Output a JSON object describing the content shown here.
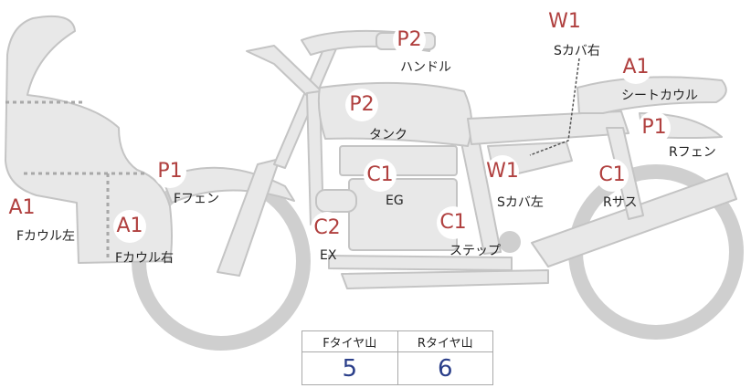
{
  "parts": [
    {
      "id": "handle",
      "code": "P2",
      "name": "ハンドル"
    },
    {
      "id": "tank",
      "code": "P2",
      "name": "タンク"
    },
    {
      "id": "s-cover-r",
      "code": "W1",
      "name": "Sカバ右"
    },
    {
      "id": "seat-cowl",
      "code": "A1",
      "name": "シートカウル"
    },
    {
      "id": "r-fender",
      "code": "P1",
      "name": "Rフェン"
    },
    {
      "id": "f-fender",
      "code": "P1",
      "name": "Fフェン"
    },
    {
      "id": "f-cowl-l",
      "code": "A1",
      "name": "Fカウル左"
    },
    {
      "id": "f-cowl-r",
      "code": "A1",
      "name": "Fカウル右"
    },
    {
      "id": "engine",
      "code": "C1",
      "name": "EG"
    },
    {
      "id": "exhaust",
      "code": "C2",
      "name": "EX"
    },
    {
      "id": "step",
      "code": "C1",
      "name": "ステップ"
    },
    {
      "id": "s-cover-l",
      "code": "W1",
      "name": "Sカバ左"
    },
    {
      "id": "r-susp",
      "code": "C1",
      "name": "Rサス"
    }
  ],
  "tread_table": {
    "front_label": "Fタイヤ山",
    "rear_label": "Rタイヤ山",
    "front_value": "5",
    "rear_value": "6"
  },
  "colors": {
    "part_fill": "#e8e8e8",
    "part_stroke": "#c4c4c4",
    "code_red": "#b0403f",
    "value_blue": "#2b3f8a"
  }
}
